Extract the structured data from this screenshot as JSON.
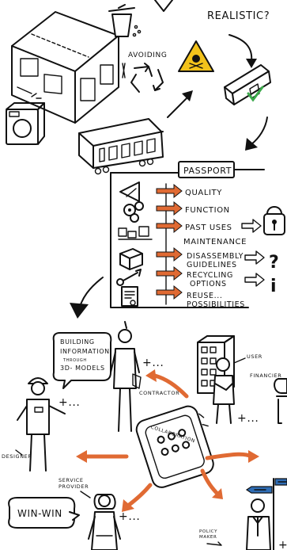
{
  "top": {
    "realistic": "REALISTIC?",
    "avoiding": "AVOIDING"
  },
  "passport": {
    "title": "PASSPORT",
    "items": [
      {
        "label": "QUALITY"
      },
      {
        "label": "FUNCTION"
      },
      {
        "label": "PAST USES"
      },
      {
        "label": "MAINTENANCE"
      },
      {
        "label": "DISASSEMBLY",
        "label2": "GUIDELINES"
      },
      {
        "label": "RECYCLING",
        "label2": "OPTIONS"
      },
      {
        "label": "REUSE...",
        "label2": "POSSIBILITIES"
      }
    ],
    "question_mark": "?",
    "info_mark": "i"
  },
  "bottom": {
    "bim_line1": "BUILDING",
    "bim_line2": "INFORMATION",
    "bim_line3": "THROUGH",
    "bim_line4": "3D- MODELS",
    "contractor": "CONTRACTOR",
    "user": "USER",
    "financier": "FINANCIER",
    "designer": "DESIGNER",
    "service_provider_1": "SERVICE",
    "service_provider_2": "PROVIDER",
    "collaboration": "COLLABORATION",
    "win_win": "WIN-WIN",
    "policy_maker_1": "POLICY",
    "policy_maker_2": "MAKER",
    "plus_dots": "+..."
  },
  "colors": {
    "ink": "#111111",
    "accent_orange": "#e06a33",
    "warning_yellow": "#f2c21b",
    "check_green": "#3aa84a",
    "sign_blue": "#2f6db5"
  }
}
